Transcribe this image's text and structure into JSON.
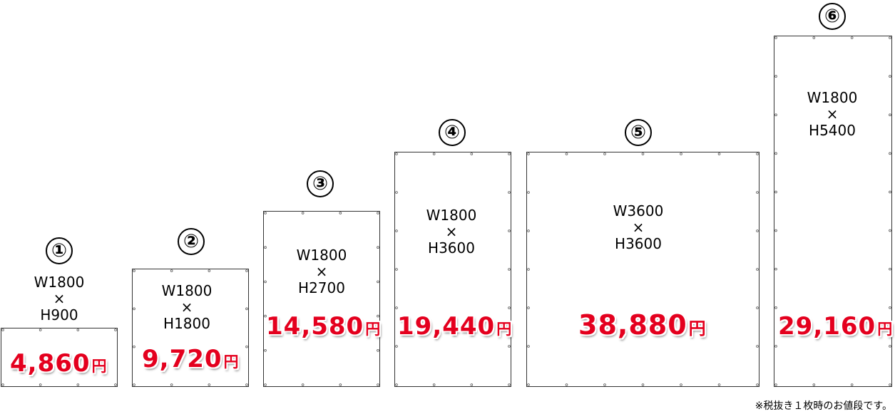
{
  "colors": {
    "price": "#e4001e",
    "border": "#333333",
    "background": "#ffffff"
  },
  "items": [
    {
      "number": "①",
      "width": "W1800",
      "times": "×",
      "height": "H900",
      "price": "4,860",
      "currency": "円"
    },
    {
      "number": "②",
      "width": "W1800",
      "times": "×",
      "height": "H1800",
      "price": "9,720",
      "currency": "円"
    },
    {
      "number": "③",
      "width": "W1800",
      "times": "×",
      "height": "H2700",
      "price": "14,580",
      "currency": "円"
    },
    {
      "number": "④",
      "width": "W1800",
      "times": "×",
      "height": "H3600",
      "price": "19,440",
      "currency": "円"
    },
    {
      "number": "⑤",
      "width": "W3600",
      "times": "×",
      "height": "H3600",
      "price": "38,880",
      "currency": "円"
    },
    {
      "number": "⑥",
      "width": "W1800",
      "times": "×",
      "height": "H5400",
      "price": "29,160",
      "currency": "円"
    }
  ],
  "note": "※税抜き１枚時のお値段です。"
}
